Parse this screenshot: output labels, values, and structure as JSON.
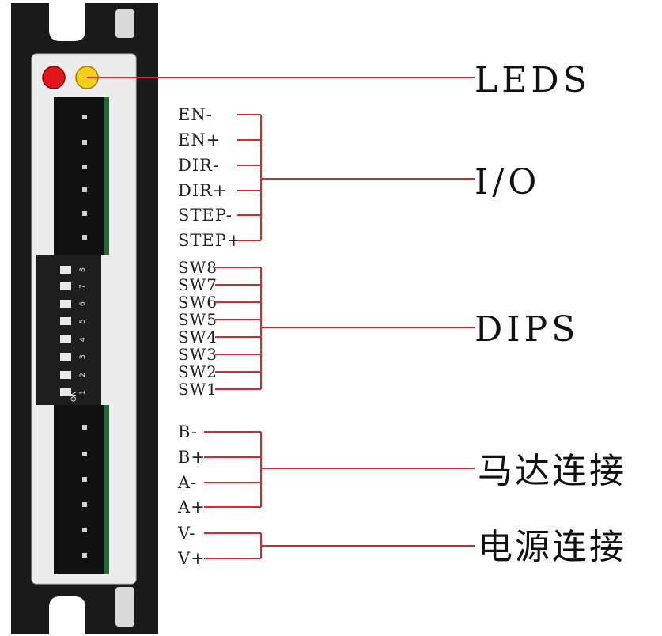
{
  "colors": {
    "line": "#e0252b",
    "led_red": "#e3141a",
    "led_yellow": "#f2cf1a",
    "housing": "#1a1a1a",
    "panel": "#ececec",
    "connector": "#111111",
    "pcb_edge": "#1f6b35"
  },
  "leds": {
    "label": "LEDS",
    "items": [
      {
        "name": "red-led",
        "color": "#e3141a"
      },
      {
        "name": "yellow-led",
        "color": "#f2cf1a"
      }
    ]
  },
  "io": {
    "label": "I/O",
    "pins": [
      "EN-",
      "EN+",
      "DIR-",
      "DIR+",
      "STEP-",
      "STEP+"
    ]
  },
  "dips": {
    "label": "DIPS",
    "switches": [
      "SW8",
      "SW7",
      "SW6",
      "SW5",
      "SW4",
      "SW3",
      "SW2",
      "SW1"
    ],
    "numbers": [
      "8",
      "7",
      "6",
      "5",
      "4",
      "3",
      "2",
      "1"
    ],
    "on_text": "ON"
  },
  "motor": {
    "label": "马达连接",
    "pins": [
      "B-",
      "B+",
      "A-",
      "A+"
    ]
  },
  "power": {
    "label": "电源连接",
    "pins": [
      "V-",
      "V+"
    ]
  }
}
